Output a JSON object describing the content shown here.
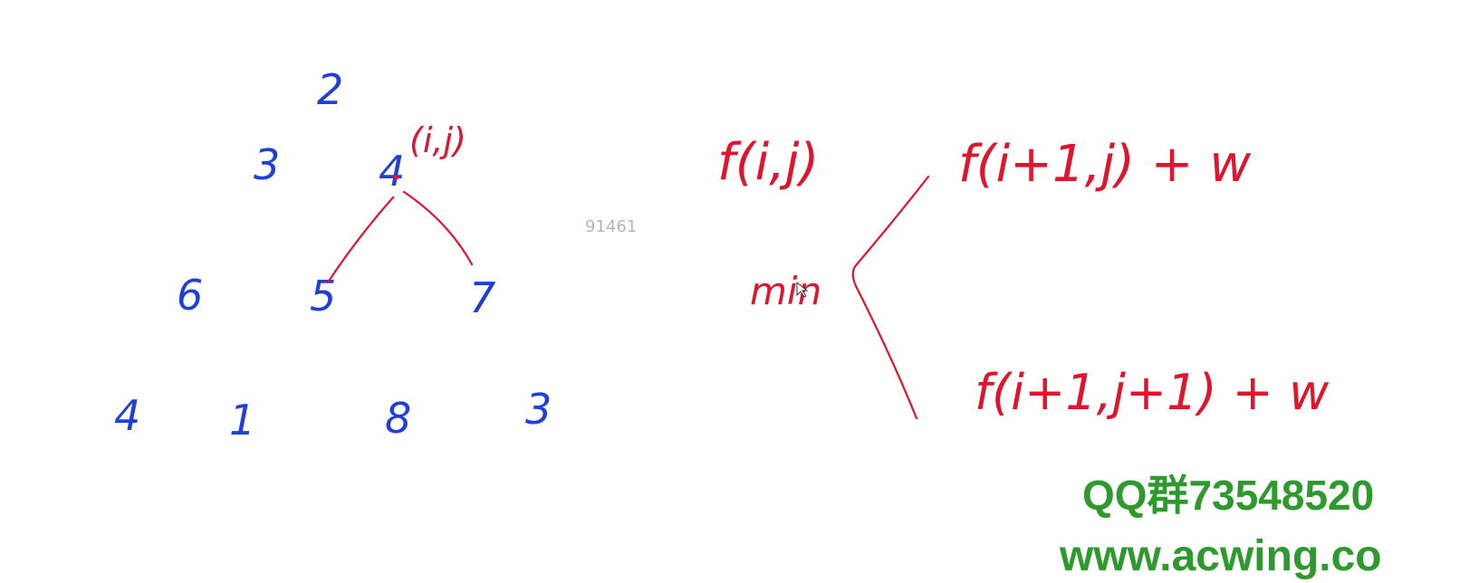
{
  "triangle": {
    "row1": [
      "2"
    ],
    "row2": [
      "3",
      "4"
    ],
    "row3": [
      "6",
      "5",
      "7"
    ],
    "row4": [
      "4",
      "1",
      "8",
      "3"
    ]
  },
  "annotations": {
    "cell_label": "(i,j)",
    "lhs": "f(i,j)",
    "min_label": "min",
    "option_top": "f(i+1,j) + w",
    "option_bottom": "f(i+1,j+1) + w"
  },
  "watermark": "91461",
  "footer": {
    "qq_group": "QQ群73548520",
    "site": "www.acwing.co"
  },
  "colors": {
    "numbers": "#1f3fd6",
    "annotations": "#e0142d",
    "footer": "#2e9a2e"
  }
}
